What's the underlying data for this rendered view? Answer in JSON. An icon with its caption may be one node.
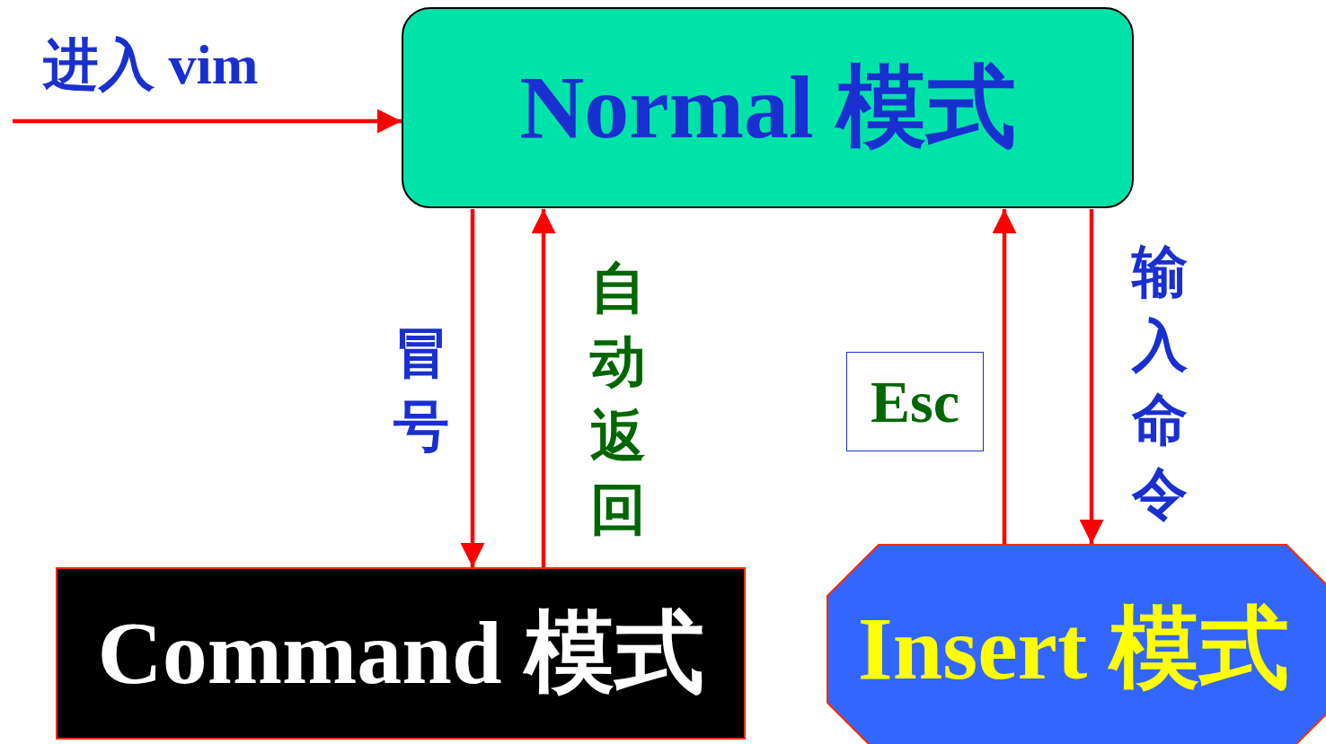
{
  "diagram": {
    "nodes": [
      {
        "text": [
          "Normal 模式"
        ]
      },
      {
        "text": [
          "Command 模式"
        ]
      },
      {
        "text": [
          "Insert 模式"
        ]
      }
    ],
    "edges": [
      {
        "from": null,
        "to": 0,
        "arrow": "to",
        "label": "进入 vim"
      },
      {
        "from": 0,
        "to": 1,
        "arrow": "to",
        "label": "冒号"
      },
      {
        "from": 1,
        "to": 0,
        "arrow": "to",
        "label": "自动返回"
      },
      {
        "from": 2,
        "to": 0,
        "arrow": "to",
        "label": "Esc"
      },
      {
        "from": 0,
        "to": 2,
        "arrow": "to",
        "label": "输入命令"
      }
    ]
  }
}
